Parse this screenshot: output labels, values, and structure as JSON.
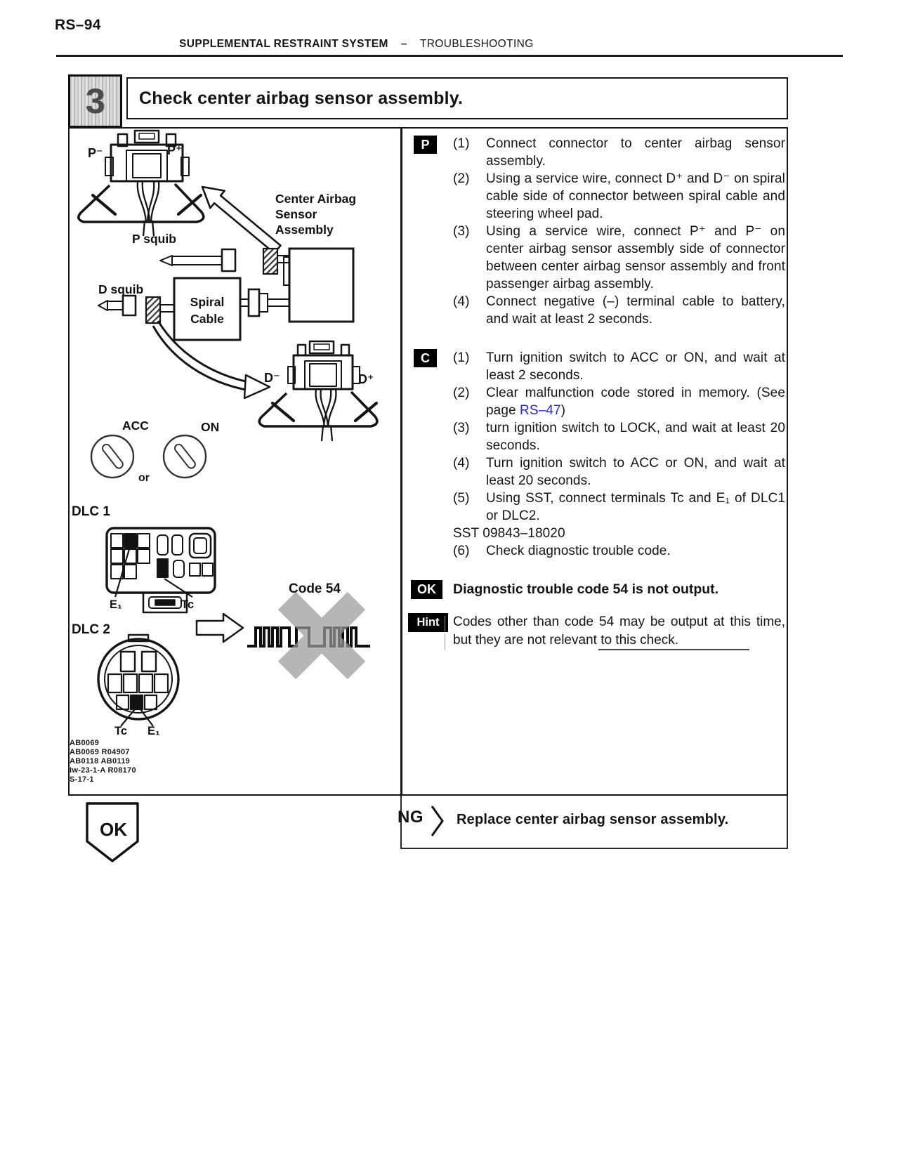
{
  "page": {
    "code": "RS–94",
    "section": "SUPPLEMENTAL RESTRAINT SYSTEM",
    "dash": "–",
    "subsection": "TROUBLESHOOTING"
  },
  "step": {
    "number": "3",
    "title": "Check center airbag sensor assembly."
  },
  "procedure": {
    "p_badge": "P",
    "p_items": [
      {
        "num": "(1)",
        "text": "Connect connector to center airbag sensor assembly."
      },
      {
        "num": "(2)",
        "text": "Using a service wire, connect D⁺ and D⁻ on spiral cable side of connector between spiral cable and steering wheel pad."
      },
      {
        "num": "(3)",
        "text": "Using a service wire, connect P⁺ and P⁻ on center airbag sensor assembly side of connector between center airbag sensor assembly and front passenger airbag assembly."
      },
      {
        "num": "(4)",
        "text": "Connect negative (–) terminal cable to battery, and wait at least 2 seconds."
      }
    ],
    "c_badge": "C",
    "c_items": [
      {
        "num": "(1)",
        "text": "Turn ignition switch to ACC or ON, and wait at least 2 seconds."
      },
      {
        "num": "(2)",
        "pre": "Clear malfunction code stored in memory. (See page ",
        "link": "RS–47",
        "post": ")"
      },
      {
        "num": "(3)",
        "text": "turn ignition switch to LOCK, and wait at least 20 seconds."
      },
      {
        "num": "(4)",
        "text": "Turn ignition switch to ACC or ON, and wait at least 20 seconds."
      },
      {
        "num": "(5)",
        "text": "Using SST, connect terminals Tc and E₁ of DLC1 or DLC2."
      },
      {
        "num": "(6)",
        "text": "Check diagnostic trouble code."
      }
    ],
    "sst_line": "SST 09843–18020",
    "ok_badge": "OK",
    "ok_text": "Diagnostic trouble code 54 is not output.",
    "hint_badge": "Hint",
    "hint_text": "Codes other than code 54 may be output at this time, but they are not relevant to this check."
  },
  "result": {
    "ok_label": "OK",
    "ng_label": "NG",
    "ng_action": "Replace center airbag sensor assembly."
  },
  "diagram": {
    "labels": {
      "p_minus": "P⁻",
      "p_plus": "P⁺",
      "casa1": "Center Airbag",
      "casa2": "Sensor",
      "casa3": "Assembly",
      "p_squib": "P squib",
      "d_squib": "D squib",
      "spiral1": "Spiral",
      "spiral2": "Cable",
      "d_minus": "D⁻",
      "d_plus": "D⁺",
      "acc": "ACC",
      "on": "ON",
      "or": "or",
      "dlc1": "DLC 1",
      "dlc2": "DLC 2",
      "e1_a": "E₁",
      "tc_a": "Tc",
      "tc_b": "Tc",
      "e1_b": "E₁",
      "code54": "Code 54"
    },
    "codes": [
      "AB0069",
      "AB0069 R04907",
      "AB0118 AB0119",
      "Iw-23-1-A R08170",
      "S-17-1"
    ]
  }
}
